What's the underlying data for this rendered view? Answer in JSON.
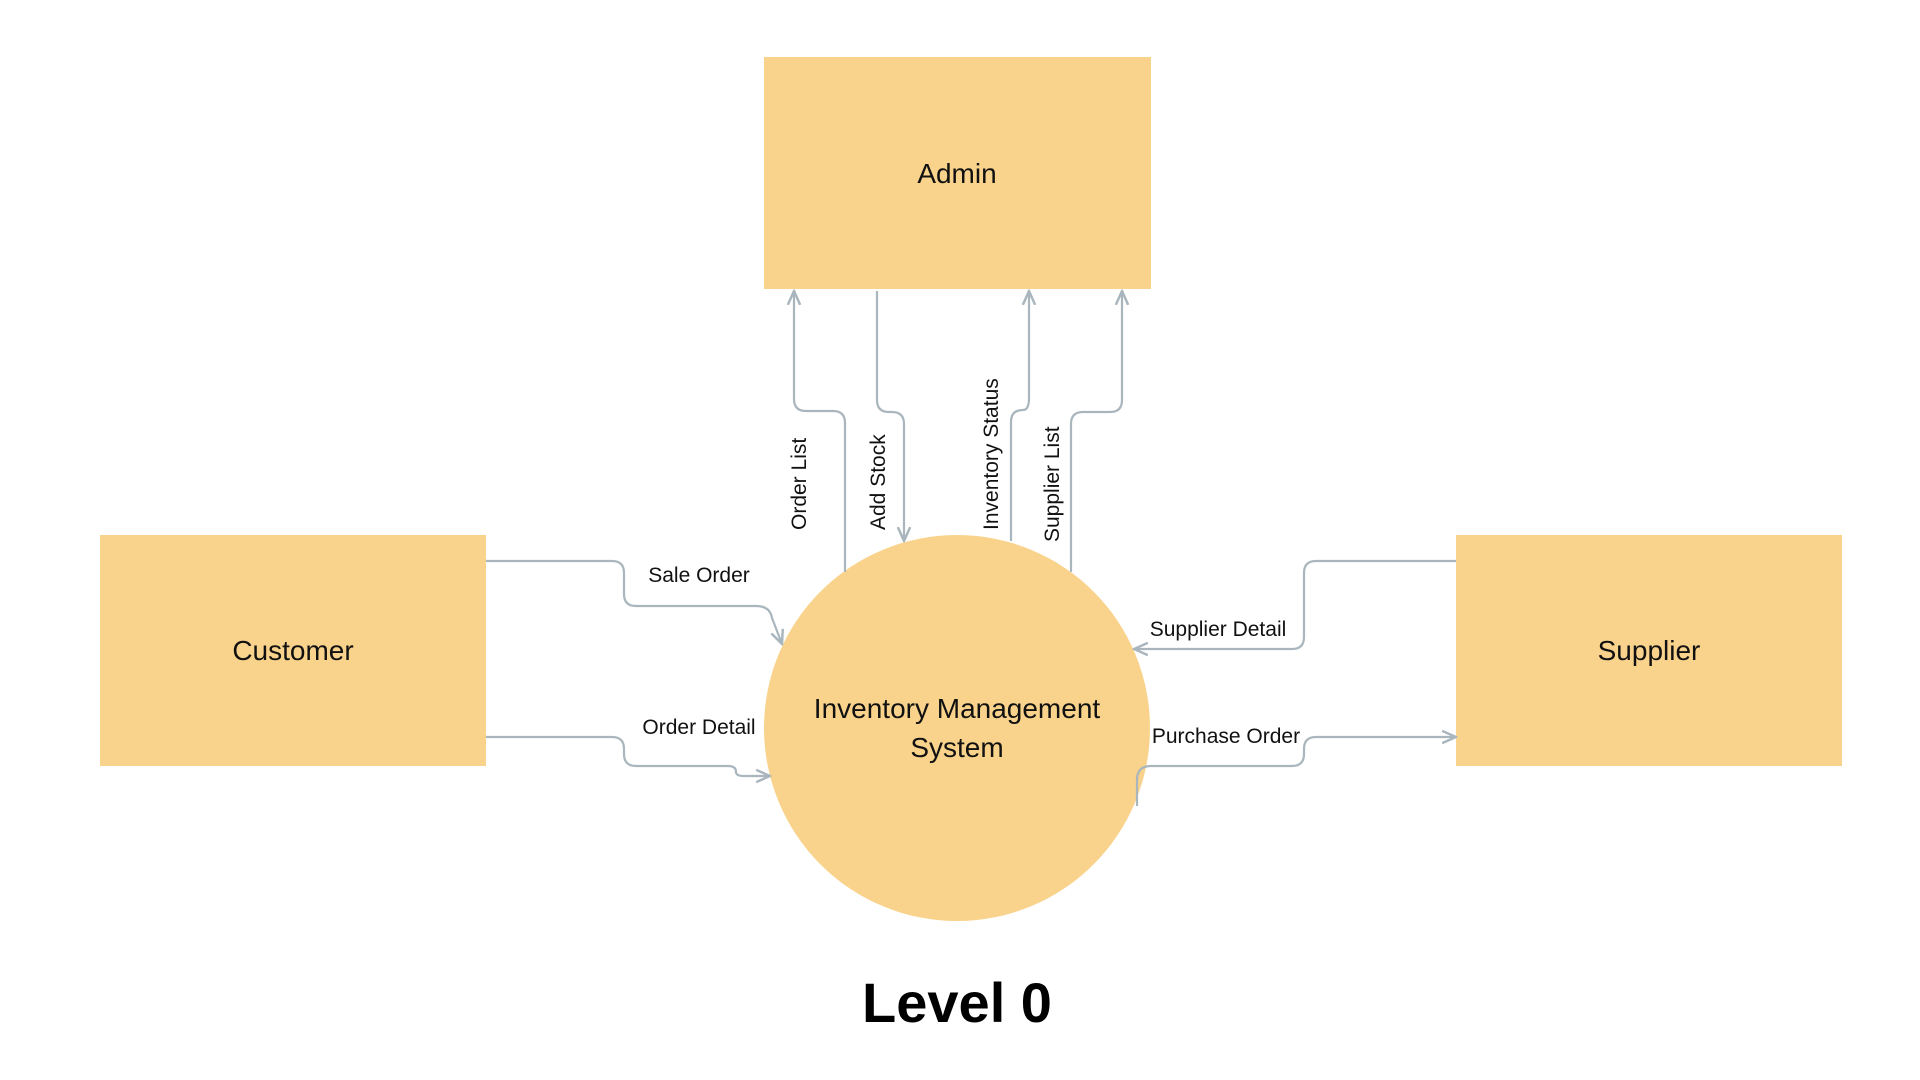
{
  "colors": {
    "node_fill": "#f9d38b",
    "connector": "#a9b6bd",
    "text": "#111111"
  },
  "entities": {
    "admin": "Admin",
    "customer": "Customer",
    "supplier": "Supplier"
  },
  "process": {
    "line1": "Inventory Management",
    "line2": "System"
  },
  "flows": {
    "order_list": "Order List",
    "add_stock": "Add Stock",
    "inventory_status": "Inventory Status",
    "supplier_list": "Supplier List",
    "sale_order": "Sale Order",
    "order_detail": "Order Detail",
    "supplier_detail": "Supplier Detail",
    "purchase_order": "Purchase Order"
  },
  "title": "Level 0"
}
